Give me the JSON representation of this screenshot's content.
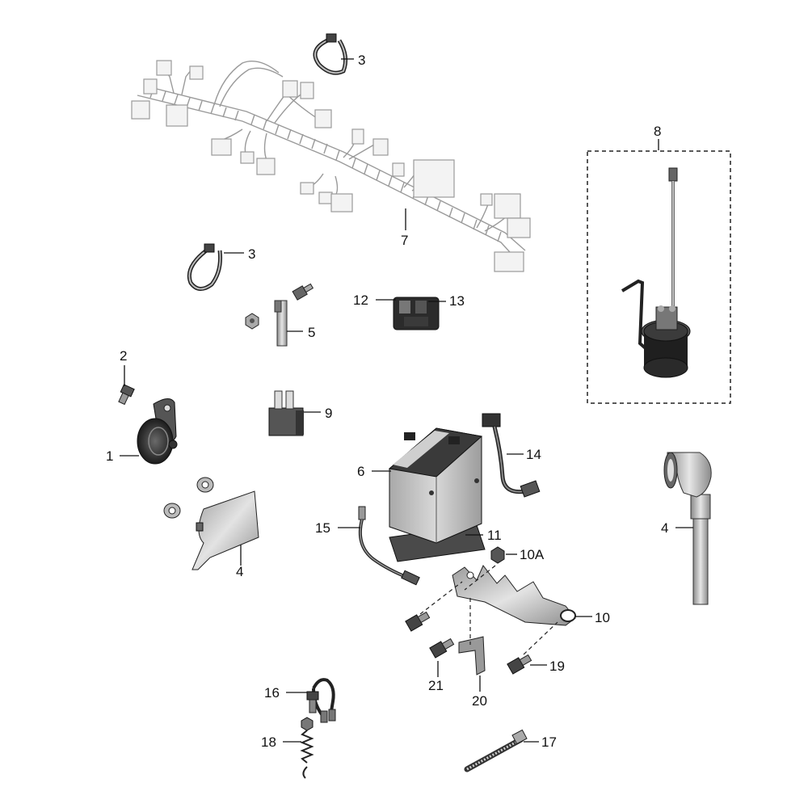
{
  "diagram": {
    "callouts": {
      "c1": "1",
      "c2": "2",
      "c3a": "3",
      "c3b": "3",
      "c4a": "4",
      "c4b": "4",
      "c5": "5",
      "c6": "6",
      "c7": "7",
      "c8": "8",
      "c9": "9",
      "c10": "10",
      "c10a": "10A",
      "c11": "11",
      "c12": "12",
      "c13": "13",
      "c14": "14",
      "c15": "15",
      "c16": "16",
      "c17": "17",
      "c18": "18",
      "c19": "19",
      "c20": "20",
      "c21": "21"
    },
    "colors": {
      "line": "#111111",
      "harness_outline": "#9a9a9a",
      "part_dark": "#2b2b2b",
      "part_mid": "#7a7a7a",
      "part_light": "#cfcfcf",
      "background": "#ffffff"
    }
  }
}
